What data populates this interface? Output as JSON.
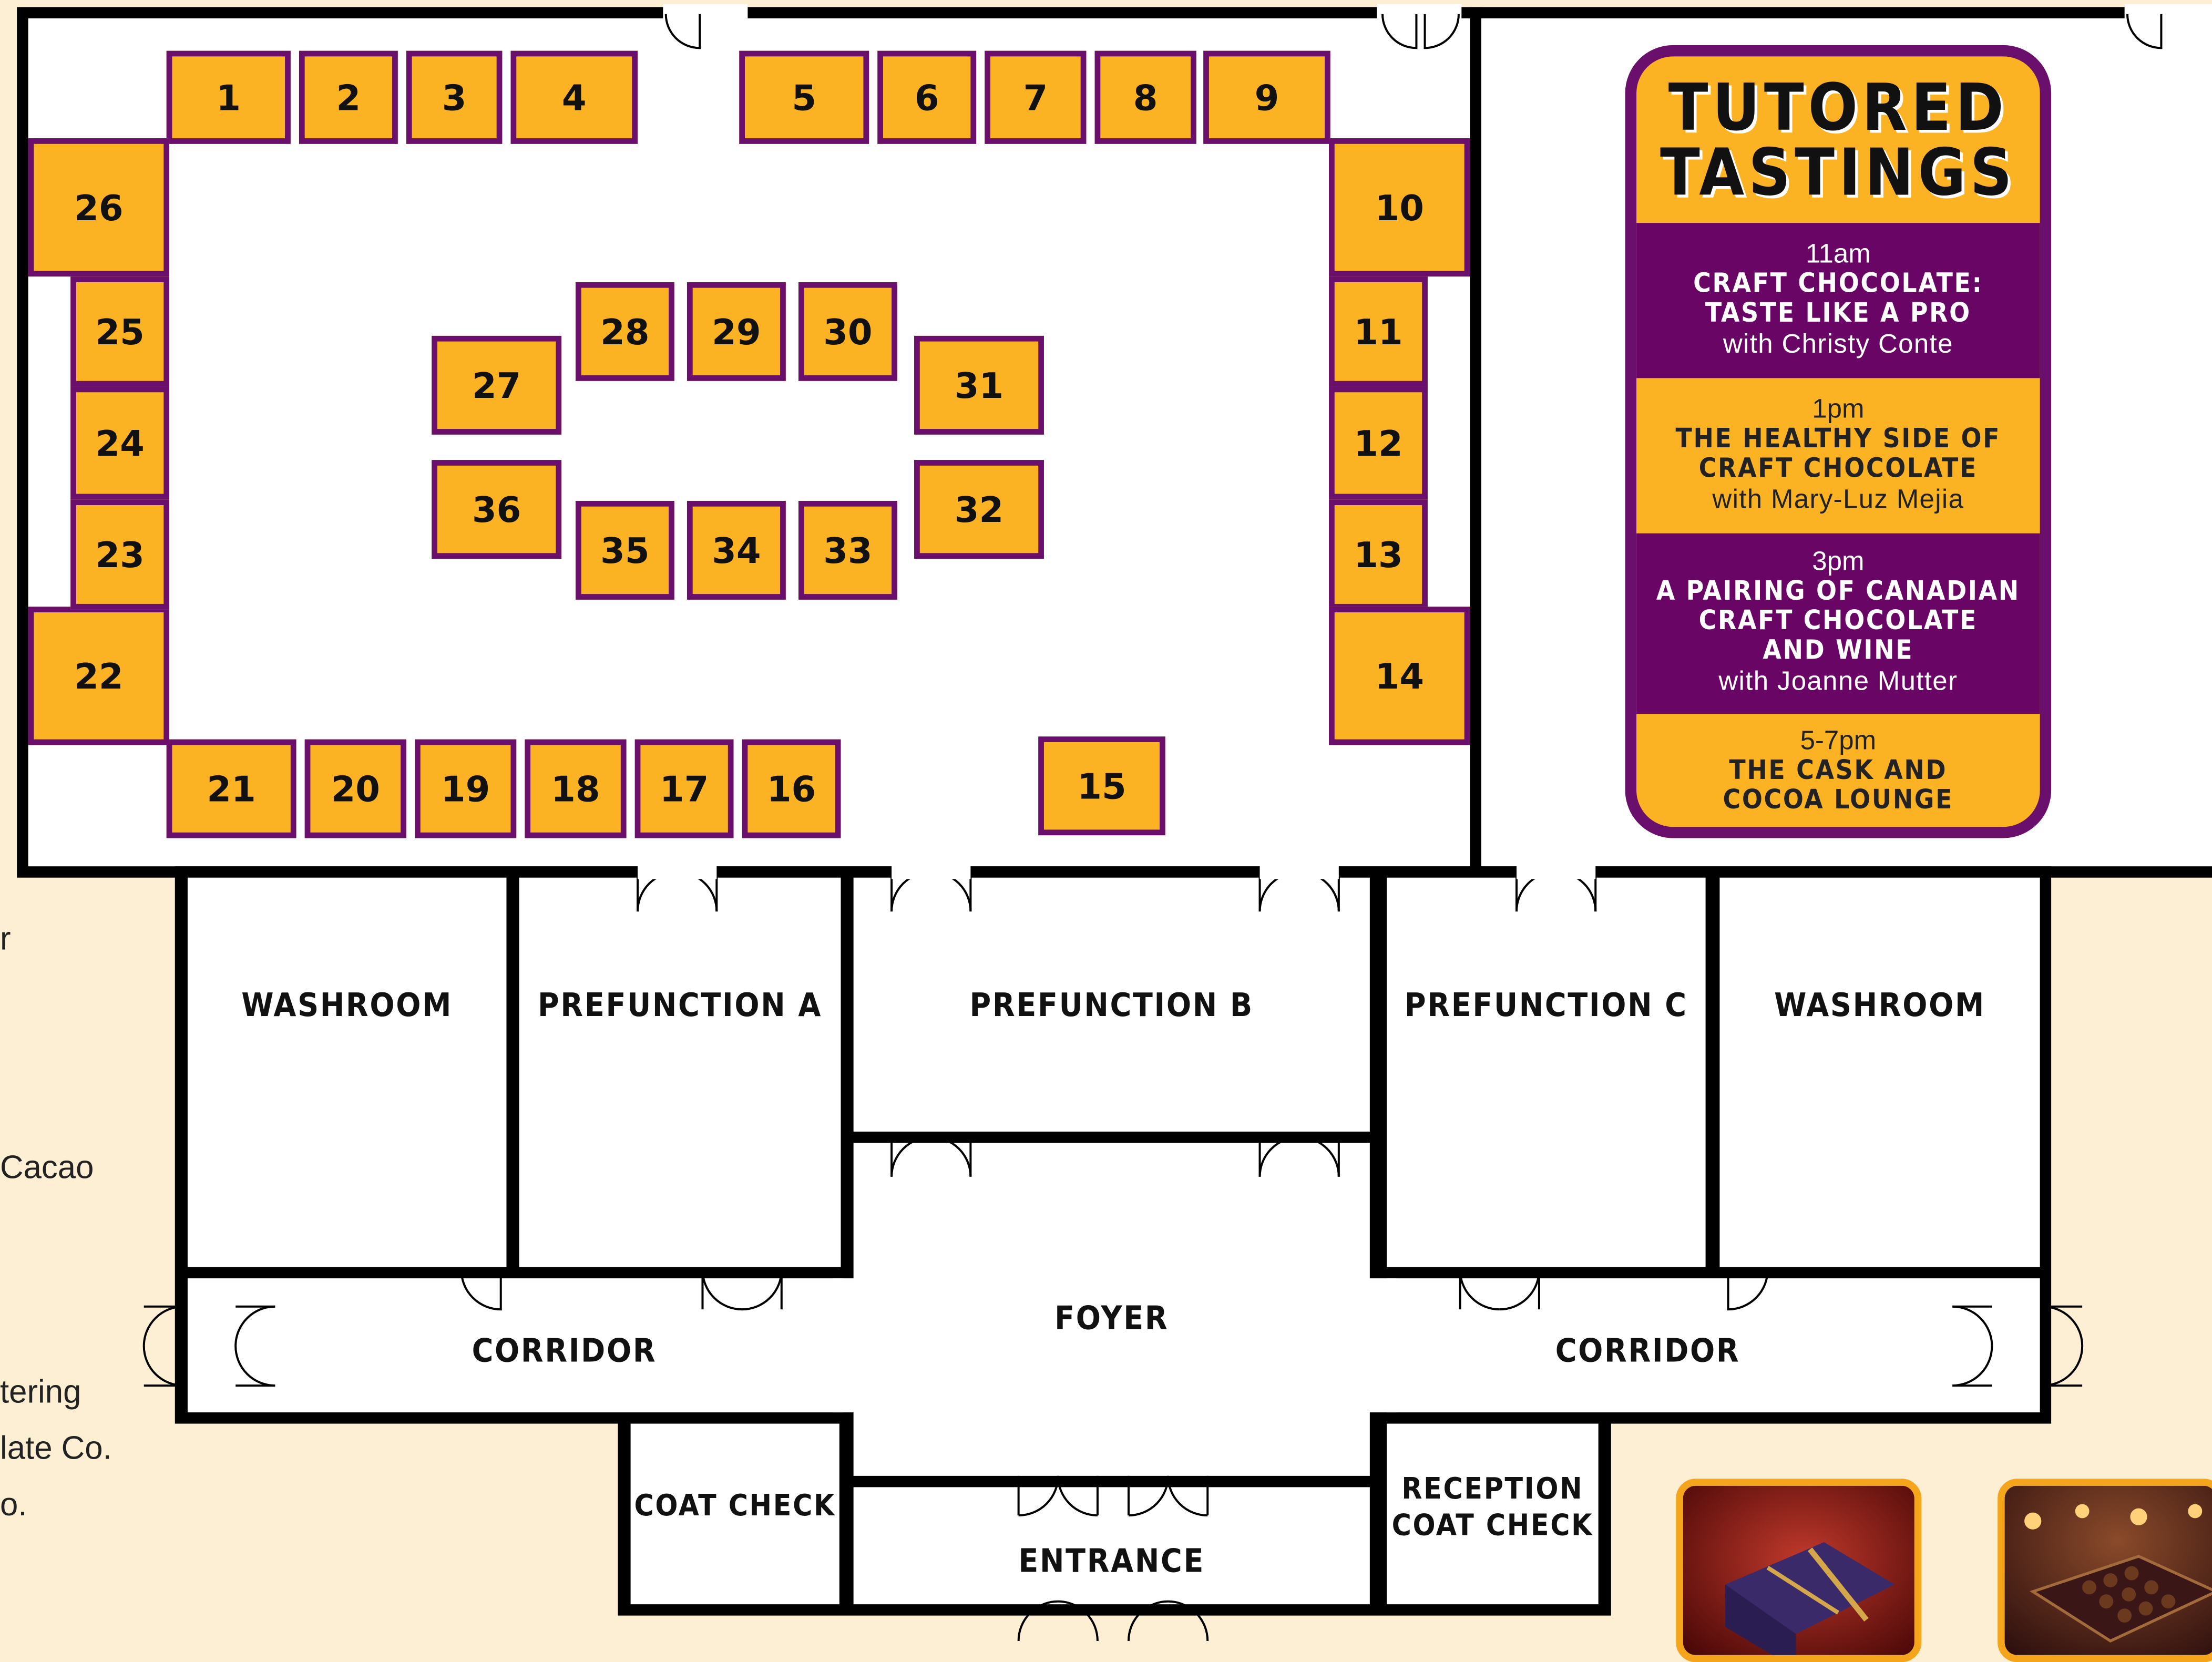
{
  "colors": {
    "background": "#fcefd4",
    "booth_fill": "#fbb323",
    "booth_border": "#6a0f6b",
    "purple": "#680565",
    "wall": "#000000"
  },
  "booths": [
    "1",
    "2",
    "3",
    "4",
    "5",
    "6",
    "7",
    "8",
    "9",
    "10",
    "11",
    "12",
    "13",
    "14",
    "15",
    "16",
    "17",
    "18",
    "19",
    "20",
    "21",
    "22",
    "23",
    "24",
    "25",
    "26",
    "27",
    "28",
    "29",
    "30",
    "31",
    "32",
    "33",
    "34",
    "35",
    "36"
  ],
  "rooms": {
    "washroom_left": "WASHROOM",
    "prefunction_a": "PREFUNCTION A",
    "prefunction_b": "PREFUNCTION B",
    "prefunction_c": "PREFUNCTION C",
    "washroom_right": "WASHROOM",
    "foyer": "FOYER",
    "corridor_left": "CORRIDOR",
    "corridor_right": "CORRIDOR",
    "coat_check": "COAT CHECK",
    "reception_coat_check": "RECEPTION\nCOAT CHECK",
    "entrance": "ENTRANCE"
  },
  "tutored_tastings": {
    "title_line1": "TUTORED",
    "title_line2": "TASTINGS",
    "sessions": [
      {
        "time": "11am",
        "title": "CRAFT CHOCOLATE:\nTASTE LIKE A PRO",
        "host": "with Christy Conte"
      },
      {
        "time": "1pm",
        "title": "THE HEALTHY SIDE OF\nCRAFT CHOCOLATE",
        "host": "with Mary-Luz Mejia"
      },
      {
        "time": "3pm",
        "title": "A PAIRING OF CANADIAN\nCRAFT CHOCOLATE\nAND WINE",
        "host": "with Joanne Mutter"
      },
      {
        "time": "5-7pm",
        "title": "THE CASK AND\nCOCOA LOUNGE",
        "host": ""
      }
    ]
  },
  "legend_fragments": [
    "r",
    "Cacao",
    "tering",
    "late Co.",
    "o."
  ],
  "photos": [
    "chocolate-gift-box-icon",
    "chocolate-assortment-box-icon"
  ]
}
